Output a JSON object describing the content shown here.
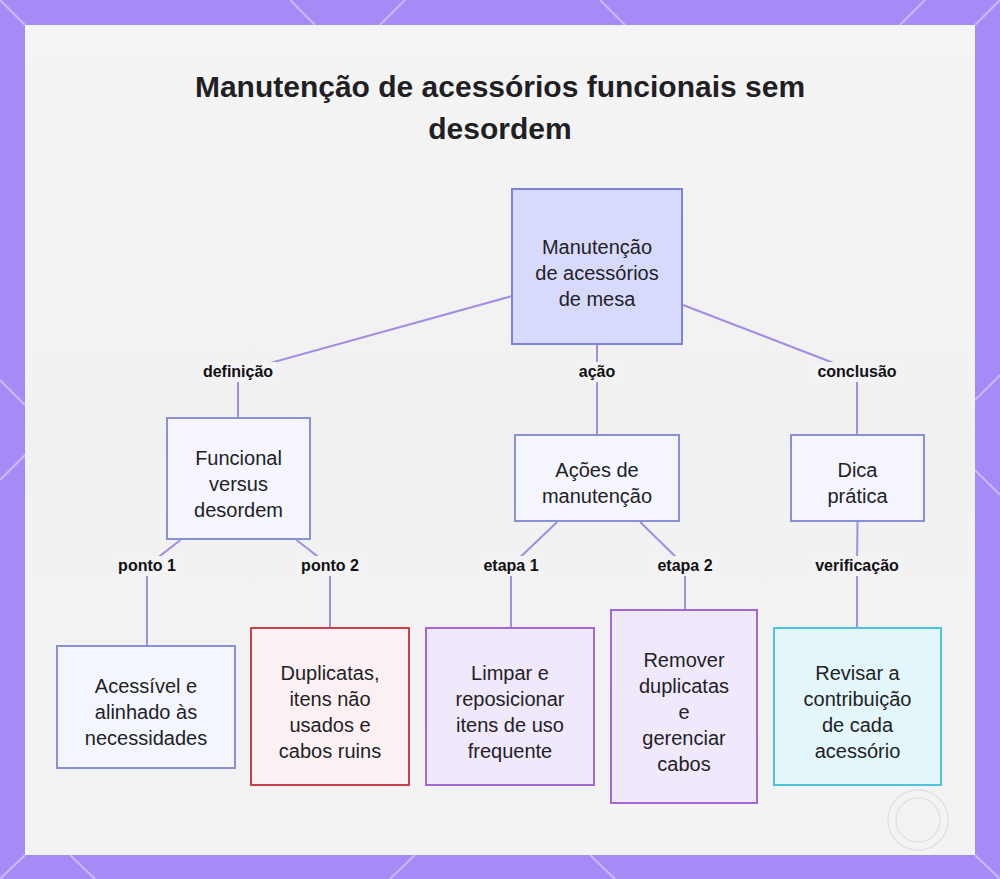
{
  "diagram": {
    "title": "Manutenção de acessórios funcionais sem desordem",
    "nodes": [
      {
        "text": [
          "Manutenção de acessórios de mesa"
        ]
      },
      {
        "text": [
          "Funcional versus desordem"
        ]
      },
      {
        "text": [
          "Ações de manutenção"
        ]
      },
      {
        "text": [
          "Dica prática"
        ]
      },
      {
        "text": [
          "Acessível e alinhado às necessidades"
        ]
      },
      {
        "text": [
          "Duplicatas, itens não usados e cabos ruins"
        ]
      },
      {
        "text": [
          "Limpar e reposicionar itens de uso frequente"
        ]
      },
      {
        "text": [
          "Remover duplicatas e gerenciar cabos"
        ]
      },
      {
        "text": [
          "Revisar a contribuição de cada acessório"
        ]
      }
    ],
    "edges": [
      {
        "from": 0,
        "to": 1,
        "arrow": "none",
        "label": "definição"
      },
      {
        "from": 0,
        "to": 2,
        "arrow": "none",
        "label": "ação"
      },
      {
        "from": 0,
        "to": 3,
        "arrow": "none",
        "label": "conclusão"
      },
      {
        "from": 1,
        "to": 4,
        "arrow": "none",
        "label": "ponto 1"
      },
      {
        "from": 1,
        "to": 5,
        "arrow": "none",
        "label": "ponto 2"
      },
      {
        "from": 2,
        "to": 6,
        "arrow": "none",
        "label": "etapa 1"
      },
      {
        "from": 2,
        "to": 7,
        "arrow": "none",
        "label": "etapa 2"
      },
      {
        "from": 3,
        "to": 8,
        "arrow": "none",
        "label": "verificação"
      }
    ]
  }
}
